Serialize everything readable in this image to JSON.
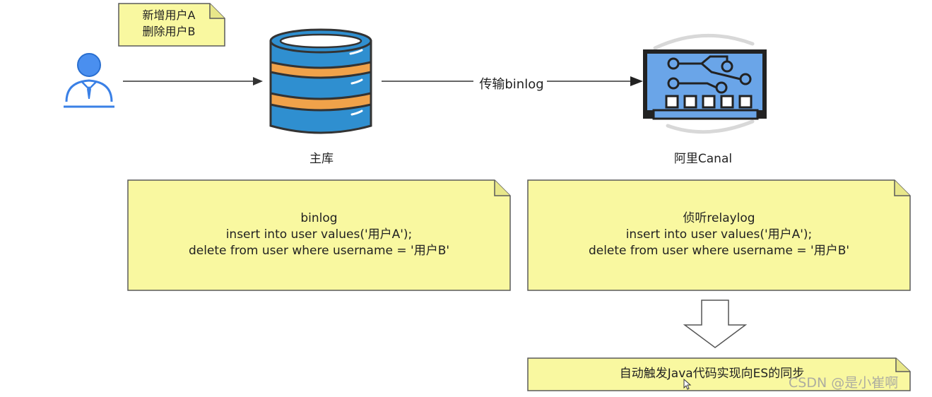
{
  "top_note": {
    "line1": "新增用户A",
    "line2": "删除用户B"
  },
  "arrow_label": "传输binlog",
  "db_label": "主库",
  "canal_label": "阿里Canal",
  "note_left": {
    "line1": "binlog",
    "line2": "insert into user values('用户A');",
    "line3": "delete from user where username = '用户B'"
  },
  "note_right": {
    "line1": "侦听relaylog",
    "line2": "insert into user values('用户A');",
    "line3": "delete from user where username = '用户B'"
  },
  "note_bottom": {
    "text": "自动触发Java代码实现向ES的同步"
  },
  "watermark": "CSDN @是小崔啊",
  "icons": {
    "user": "user-icon",
    "database": "database-icon",
    "canal": "circuit-board-icon"
  },
  "colors": {
    "note_fill": "#f9f8a0",
    "note_border": "#5a5a5a",
    "db_blue": "#2f8fd0",
    "db_orange": "#f0a24a",
    "board_blue": "#6aa5e8",
    "user_blue": "#4a8fef"
  }
}
